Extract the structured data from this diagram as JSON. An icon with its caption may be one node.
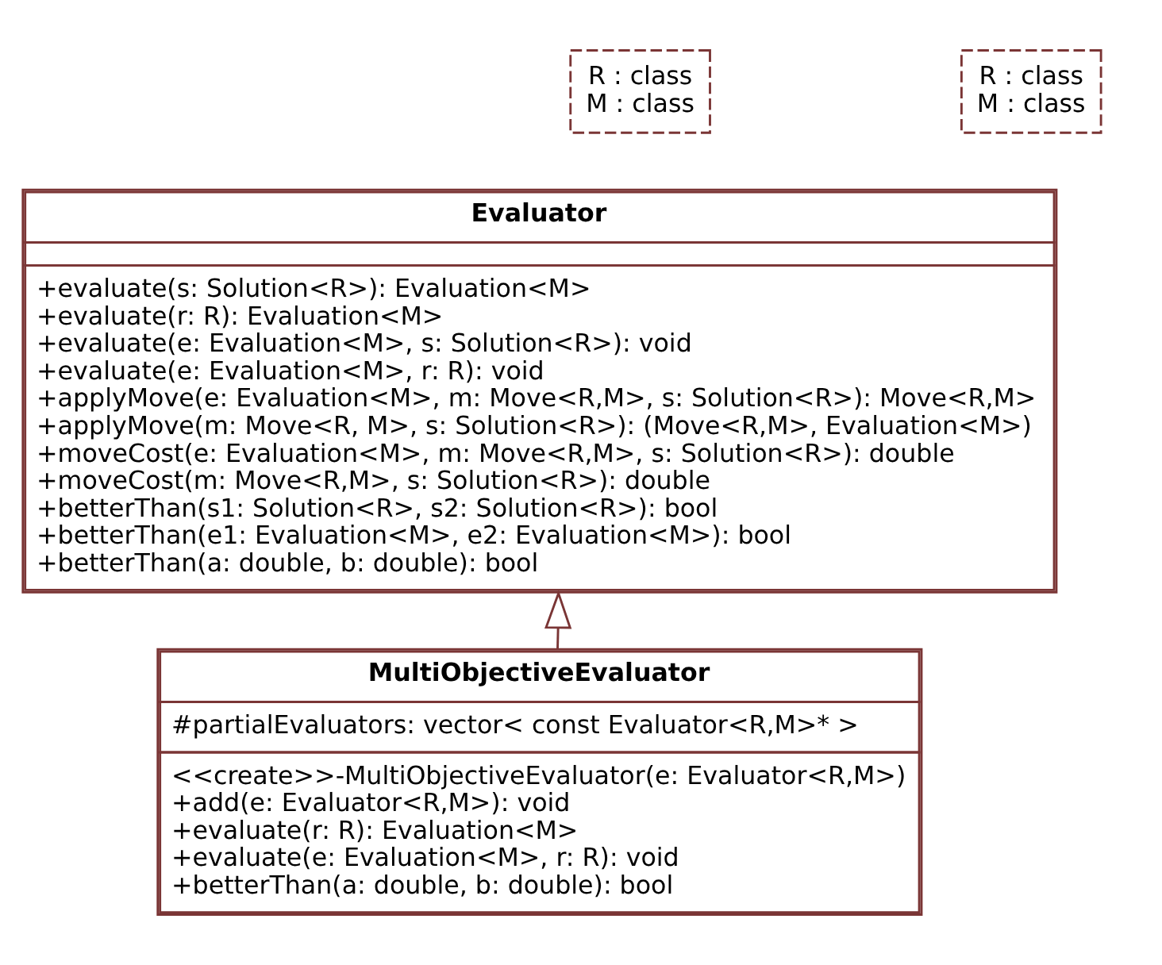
{
  "diagram": {
    "nodes": [
      {
        "text": [
          "R : class",
          "M : class"
        ]
      },
      {
        "text": [
          "Evaluator",
          "+evaluate(s: Solution<R>): Evaluation<M>",
          "+evaluate(r: R): Evaluation<M>",
          "+evaluate(e: Evaluation<M>, s: Solution<R>): void",
          "+evaluate(e: Evaluation<M>, r: R): void",
          "+applyMove(e: Evaluation<M>, m: Move<R,M>, s: Solution<R>): Move<R,M>",
          "+applyMove(m: Move<R, M>, s: Solution<R>): (Move<R,M>, Evaluation<M>)",
          "+moveCost(e: Evaluation<M>, m: Move<R,M>, s: Solution<R>): double",
          "+moveCost(m: Move<R,M>, s: Solution<R>): double",
          "+betterThan(s1: Solution<R>, s2: Solution<R>): bool",
          "+betterThan(e1: Evaluation<M>, e2: Evaluation<M>): bool",
          "+betterThan(a: double, b: double): bool"
        ]
      },
      {
        "text": [
          "R : class",
          "M : class"
        ]
      },
      {
        "text": [
          "MultiObjectiveEvaluator",
          "#partialEvaluators: vector< const Evaluator<R,M>* >",
          "<<create>>-MultiObjectiveEvaluator(e: Evaluator<R,M>)",
          "+add(e: Evaluator<R,M>): void",
          "+evaluate(r: R): Evaluation<M>",
          "+evaluate(e: Evaluation<M>, r: R): void",
          "+betterThan(a: double, b: double): bool"
        ]
      }
    ],
    "edges": [
      {
        "from": 3,
        "to": 1,
        "arrow": "to"
      }
    ]
  }
}
